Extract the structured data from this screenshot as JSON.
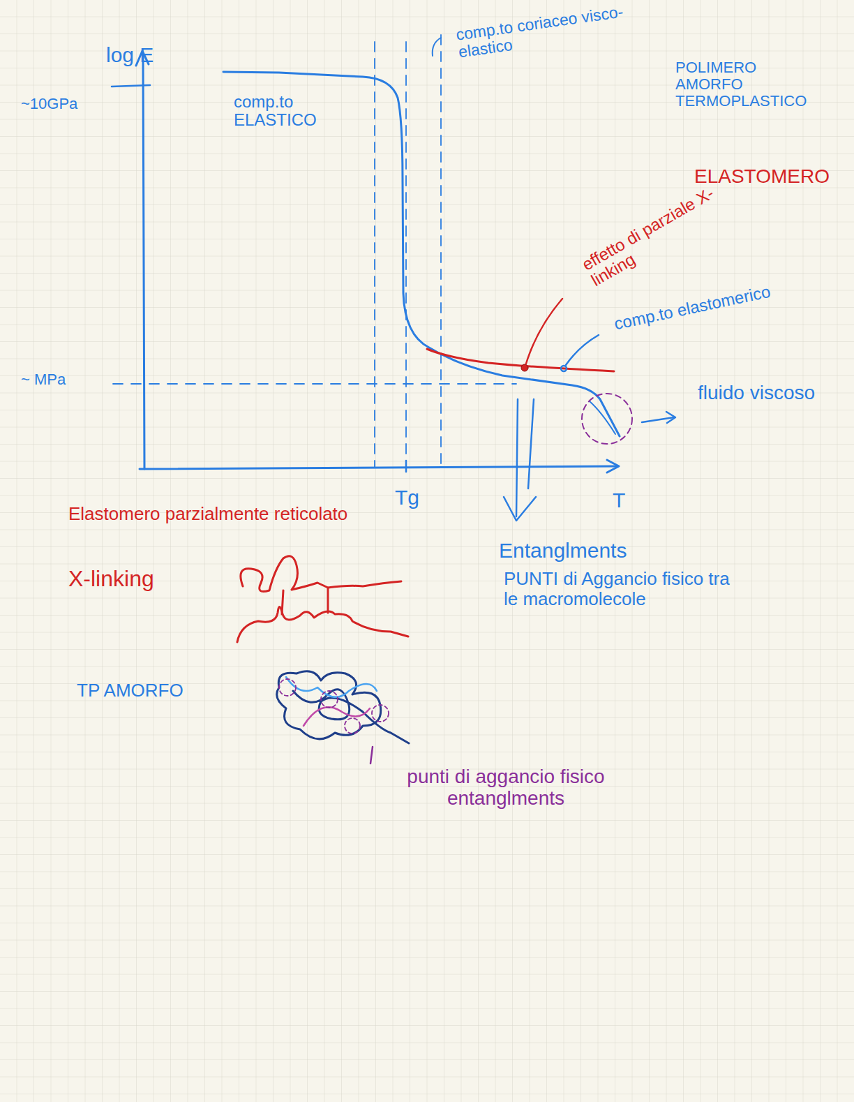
{
  "diagram": {
    "labels": [
      "log E",
      "~10GPa",
      "comp.to ELASTICO",
      "comp.to coriaceo visco-elastico",
      "POLIMERO AMORFO TERMOPLASTICO",
      "ELASTOMERO",
      "effetto di parziale X-linking",
      "comp.to elastomerico",
      "~ MPa",
      "fluido viscoso",
      "Tg",
      "T",
      "Elastomero parzialmente reticolato",
      "X-linking",
      "Entanglments",
      "PUNTI di Aggancio fisico tra le macromolecole",
      "TP AMORFO",
      "punti di aggancio fisico entanglments"
    ]
  }
}
